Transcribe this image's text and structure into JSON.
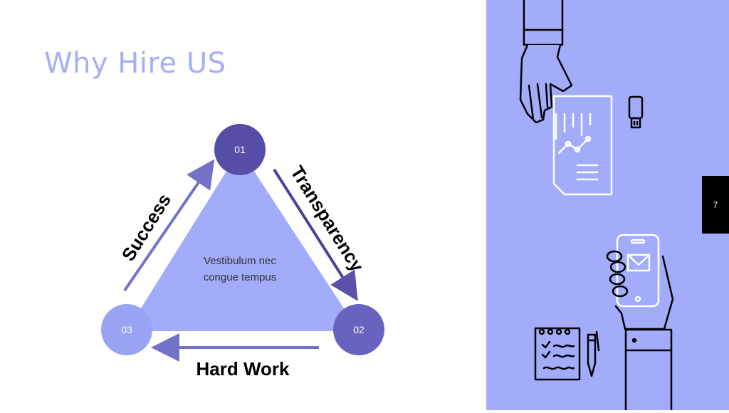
{
  "slide": {
    "title": "Why Hire US",
    "page_number": "7"
  },
  "diagram": {
    "nodes": [
      {
        "id": "01",
        "label": "01"
      },
      {
        "id": "02",
        "label": "02"
      },
      {
        "id": "03",
        "label": "03"
      }
    ],
    "edges": {
      "success": "Success",
      "transparency": "Transparency",
      "hard_work": "Hard Work"
    },
    "center_text_line1": "Vestibulum nec",
    "center_text_line2": "congue tempus"
  },
  "colors": {
    "accent_light": "#a3acfb",
    "accent_dark": "#5a51a8",
    "accent_mid": "#7472c8",
    "title": "#a6aef7"
  },
  "illustration": {
    "icons": [
      "hand-with-document-icon",
      "usb-drive-icon",
      "hand-with-phone-icon",
      "notepad-icon",
      "pen-icon"
    ]
  }
}
